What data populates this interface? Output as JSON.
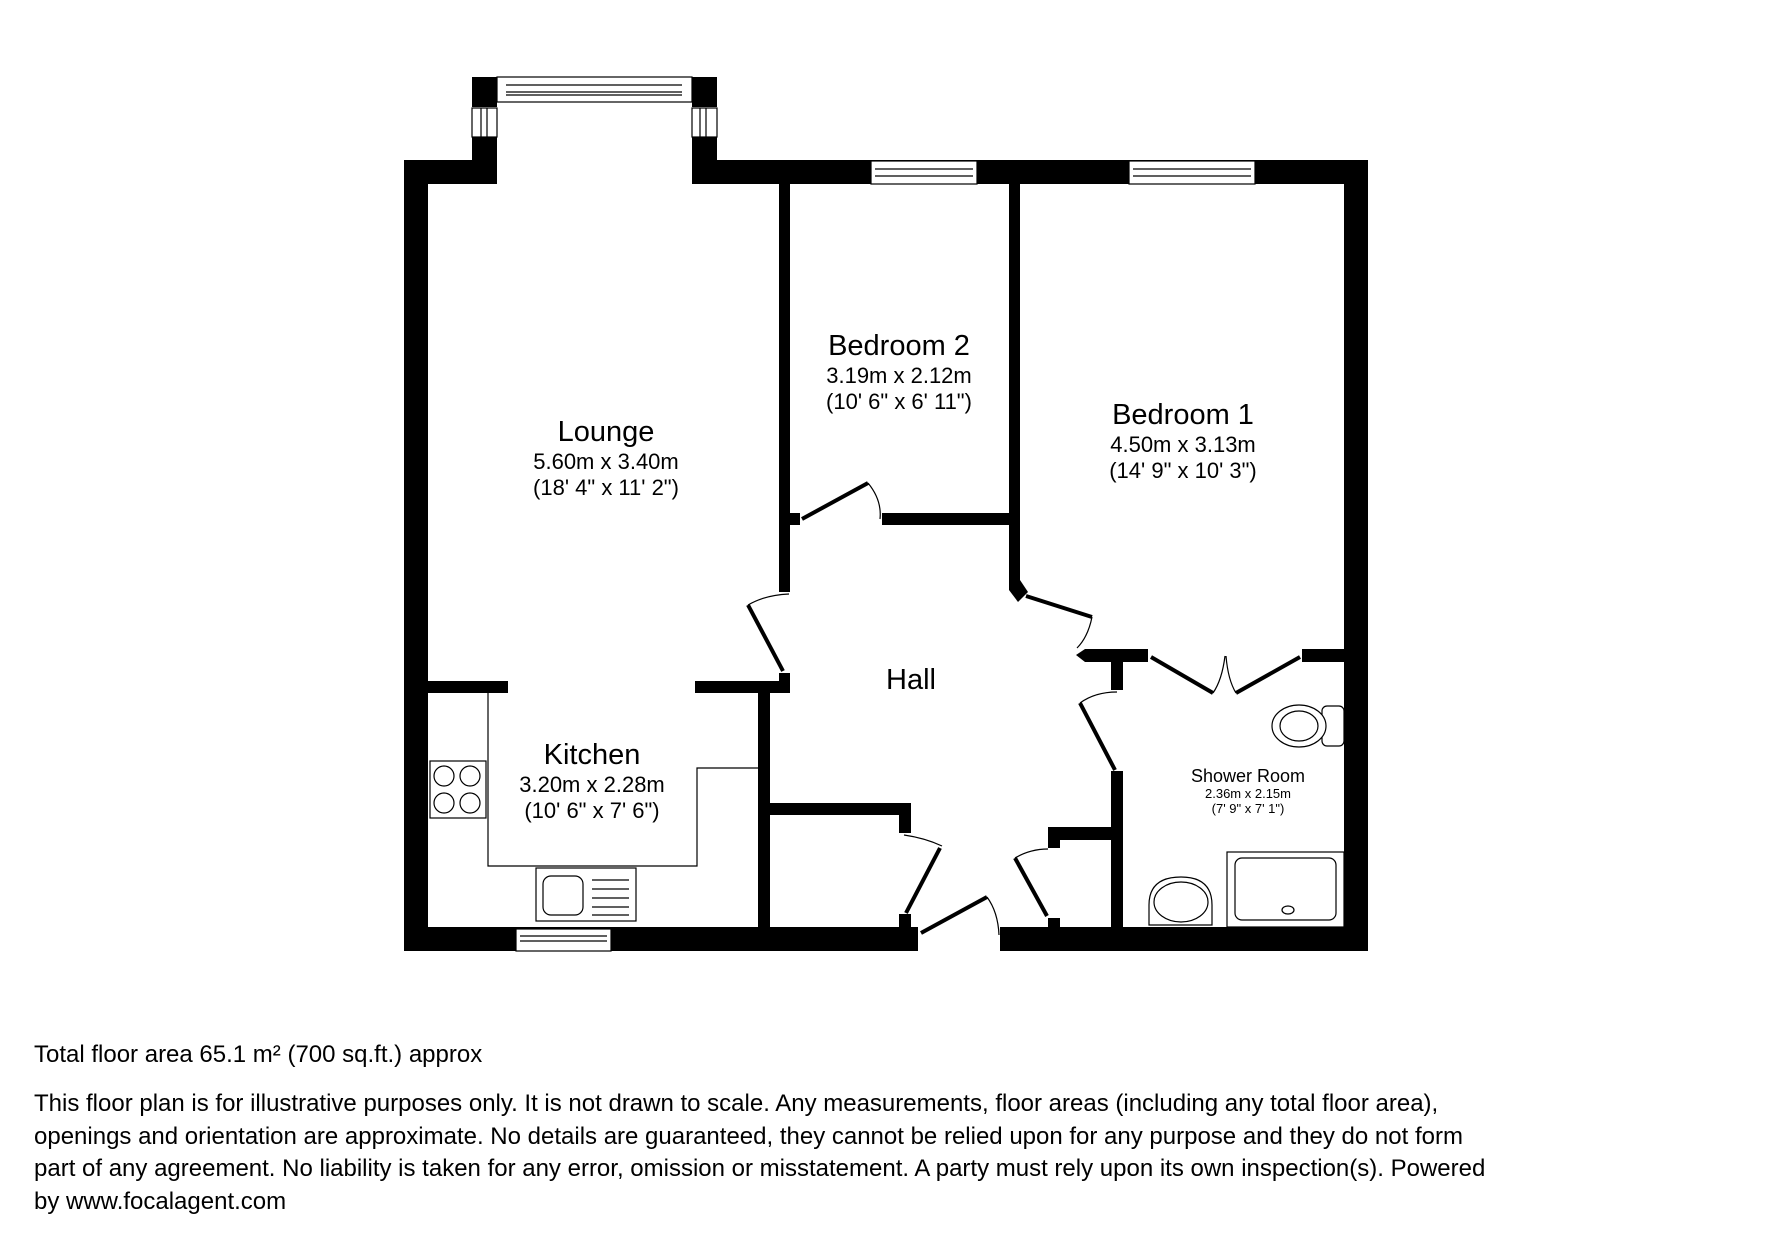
{
  "floor_plan": {
    "rooms": [
      {
        "name": "Lounge",
        "metric": "5.60m x 3.40m",
        "imperial": "(18' 4\" x 11' 2\")"
      },
      {
        "name": "Bedroom 2",
        "metric": "3.19m x 2.12m",
        "imperial": "(10' 6\" x 6' 11\")"
      },
      {
        "name": "Bedroom 1",
        "metric": "4.50m x 3.13m",
        "imperial": "(14' 9\" x 10' 3\")"
      },
      {
        "name": "Kitchen",
        "metric": "3.20m x 2.28m",
        "imperial": "(10' 6\" x 7' 6\")"
      },
      {
        "name": "Hall"
      },
      {
        "name": "Shower Room",
        "metric": "2.36m x 2.15m",
        "imperial": "(7' 9\" x 7' 1\")"
      }
    ],
    "wall_color": "#000000",
    "background_color": "#ffffff"
  },
  "footer": {
    "total_area": "Total floor area 65.1 m² (700 sq.ft.) approx",
    "disclaimer_lines": [
      "This floor plan is for illustrative purposes only. It is not drawn to scale. Any measurements, floor areas (including any total floor area),",
      "openings and orientation are approximate. No details are guaranteed, they cannot be relied upon for any purpose and they do not form",
      "part of any agreement. No liability is taken for any error, omission or misstatement. A party must rely upon its own inspection(s). Powered",
      "by www.focalagent.com"
    ]
  }
}
